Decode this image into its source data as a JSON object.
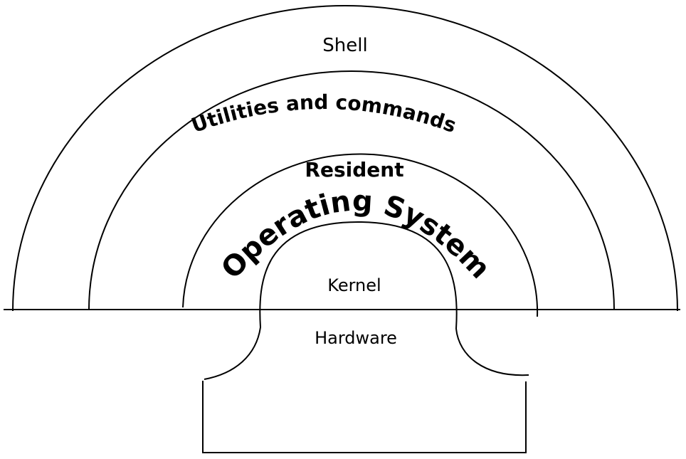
{
  "diagram": {
    "layers": {
      "shell": "Shell",
      "utilities": "Utilities and commands",
      "resident": "Resident",
      "operating_system": "Operating System",
      "kernel": "Kernel",
      "hardware": "Hardware"
    },
    "colors": {
      "line": "#000000",
      "background": "#ffffff"
    }
  }
}
